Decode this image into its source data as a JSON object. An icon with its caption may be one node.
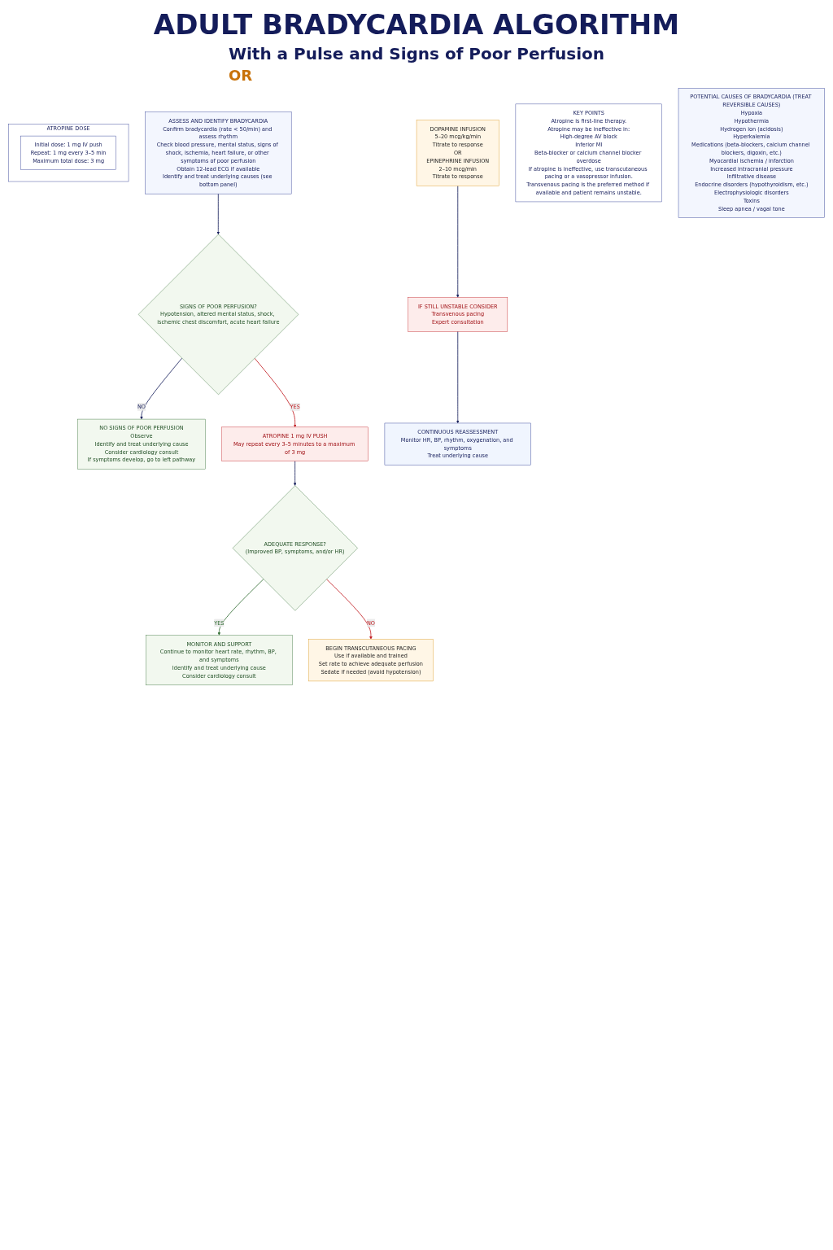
{
  "diagram": {
    "title": "ADULT BRADYCARDIA ALGORITHM",
    "nodes": [
      {
        "text": [
          "ASSESS AND IDENTIFY BRADYCARDIA",
          "Confirm bradycardia (rate < 50/min) and assess rhythm",
          "Check blood pressure, mental status, signs of shock, ischemia, heart failure, or other symptoms of poor perfusion",
          "Obtain 12-lead ECG if available",
          "Identify and treat underlying causes (see bottom panel)"
        ]
      },
      {
        "text": [
          "SIGNS OF POOR PERFUSION?",
          "Hypotension, altered mental status, shock, ischemic chest discomfort, acute heart failure"
        ]
      },
      {
        "text": [
          "NO SIGNS OF POOR PERFUSION",
          "Observe",
          "Identify and treat underlying cause",
          "Consider cardiology consult",
          "If symptoms develop, go to left pathway"
        ]
      },
      {
        "text": [
          "ATROPINE 1 mg IV PUSH",
          "May repeat every 3–5 minutes to a maximum of 3 mg"
        ]
      },
      {
        "text": [
          "ADEQUATE RESPONSE?",
          "(Improved BP, symptoms, and/or HR)"
        ]
      },
      {
        "text": [
          "MONITOR AND SUPPORT",
          "Continue to monitor heart rate, rhythm, BP, and symptoms",
          "Identify and treat underlying cause",
          "Consider cardiology consult"
        ]
      },
      {
        "text": [
          "BEGIN TRANSCUTANEOUS PACING",
          "Use if available and trained",
          "Set rate to achieve adequate perfusion",
          "Sedate if needed (avoid hypotension)"
        ]
      },
      {
        "text": [
          "DOPAMINE INFUSION",
          "5–20 mcg/kg/min",
          "Titrate to response",
          "OR",
          "EPINEPHRINE INFUSION",
          "2–10 mcg/min",
          "Titrate to response"
        ]
      },
      {
        "text": [
          "IF STILL UNSTABLE CONSIDER",
          "Transvenous pacing",
          "Expert consultation"
        ]
      },
      {
        "text": [
          "CONTINUOUS REASSESSMENT",
          "Monitor HR, BP, rhythm, oxygenation, and symptoms",
          "Treat underlying cause"
        ]
      },
      {
        "text": [
          "ATROPINE DOSE"
        ]
      },
      {
        "text": [
          "Initial dose: 1 mg IV push",
          "Repeat: 1 mg every 3–5 min",
          "Maximum total dose: 3 mg"
        ],
        "in": 10
      },
      {
        "text": [
          "KEY POINTS",
          "Atropine is first-line therapy.",
          "Atropine may be ineffective in:",
          "High-degree AV block",
          "Inferior MI",
          "Beta-blocker or calcium channel blocker overdose",
          "If atropine is ineffective, use transcutaneous pacing or a vasopressor infusion.",
          "Transvenous pacing is the preferred method if available and patient remains unstable."
        ]
      },
      {
        "text": [
          "POTENTIAL CAUSES OF BRADYCARDIA (TREAT REVERSIBLE CAUSES)",
          "Hypoxia",
          "Hypothermia",
          "Hydrogen ion (acidosis)",
          "Hyperkalemia",
          "Medications (beta-blockers, calcium channel blockers, digoxin, etc.)",
          "Myocardial ischemia / infarction",
          "Increased intracranial pressure",
          "Infiltrative disease",
          "Endocrine disorders (hypothyroidism, etc.)",
          "Electrophysiologic disorders",
          "Toxins",
          "Sleep apnea / vagal tone"
        ]
      }
    ],
    "edges": [
      {
        "from": 0,
        "to": 1,
        "arrow": "to"
      },
      {
        "from": 1,
        "to": 3,
        "arrow": "to",
        "label": "YES",
        "color": "#c0171c"
      },
      {
        "from": 1,
        "to": 2,
        "arrow": "to",
        "label": "NO"
      },
      {
        "from": 3,
        "to": 4,
        "arrow": "to"
      },
      {
        "from": 4,
        "to": 5,
        "arrow": "to",
        "label": "YES",
        "color": "#2e6b30"
      },
      {
        "from": 4,
        "to": 6,
        "arrow": "to",
        "label": "NO",
        "color": "#c0171c"
      },
      {
        "from": 7,
        "to": 8,
        "arrow": "to"
      },
      {
        "from": 8,
        "to": 9,
        "arrow": "to"
      }
    ],
    "labels": [
      "With a Pulse and Signs of Poor Perfusion",
      "OR"
    ]
  }
}
